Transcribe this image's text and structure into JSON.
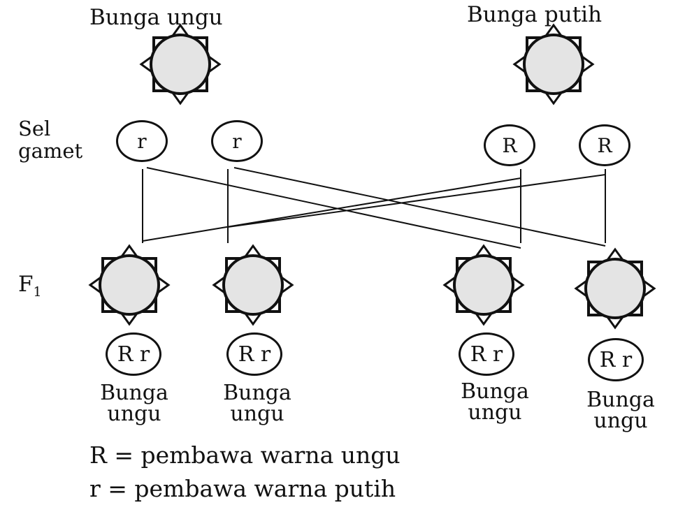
{
  "parents": {
    "left": {
      "label": "Bunga ungu"
    },
    "right": {
      "label": "Bunga putih"
    }
  },
  "gametes": {
    "label_line1": "Sel",
    "label_line2": "gamet",
    "items": [
      {
        "allele": "r"
      },
      {
        "allele": "r"
      },
      {
        "allele": "R"
      },
      {
        "allele": "R"
      }
    ]
  },
  "f1": {
    "label": "F",
    "label_sub": "1",
    "offspring": [
      {
        "genotype": "R r",
        "line1": "Bunga",
        "line2": "ungu"
      },
      {
        "genotype": "R r",
        "line1": "Bunga",
        "line2": "ungu"
      },
      {
        "genotype": "R r",
        "line1": "Bunga",
        "line2": "ungu"
      },
      {
        "genotype": "R r",
        "line1": "Bunga",
        "line2": "ungu"
      }
    ]
  },
  "legend": {
    "line1": "R = pembawa warna ungu",
    "line2": "r = pembawa warna putih"
  },
  "colors": {
    "ink": "#111111",
    "flower_fill": "#e4e4e4",
    "background": "#ffffff"
  }
}
